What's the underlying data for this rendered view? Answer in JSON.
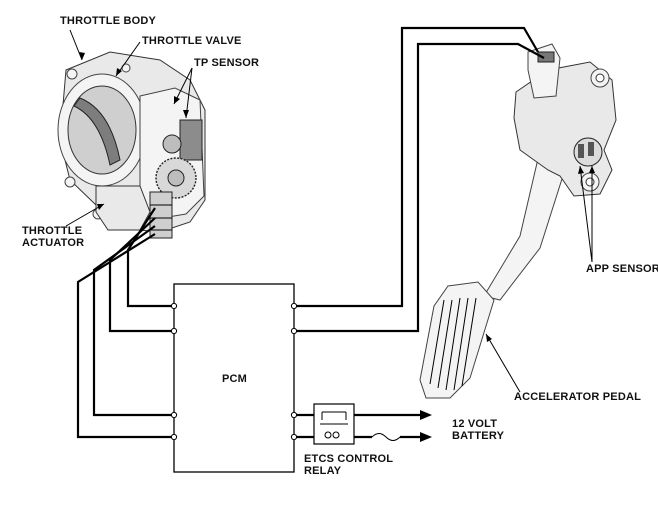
{
  "labels": {
    "throttle_body": "THROTTLE BODY",
    "throttle_valve": "THROTTLE VALVE",
    "tp_sensor": "TP SENSOR",
    "throttle_actuator_1": "THROTTLE",
    "throttle_actuator_2": "ACTUATOR",
    "pcm": "PCM",
    "app_sensor": "APP SENSOR",
    "accelerator_pedal": "ACCELERATOR PEDAL",
    "battery_1": "12 VOLT",
    "battery_2": "BATTERY",
    "relay_1": "ETCS CONTROL",
    "relay_2": "RELAY"
  }
}
